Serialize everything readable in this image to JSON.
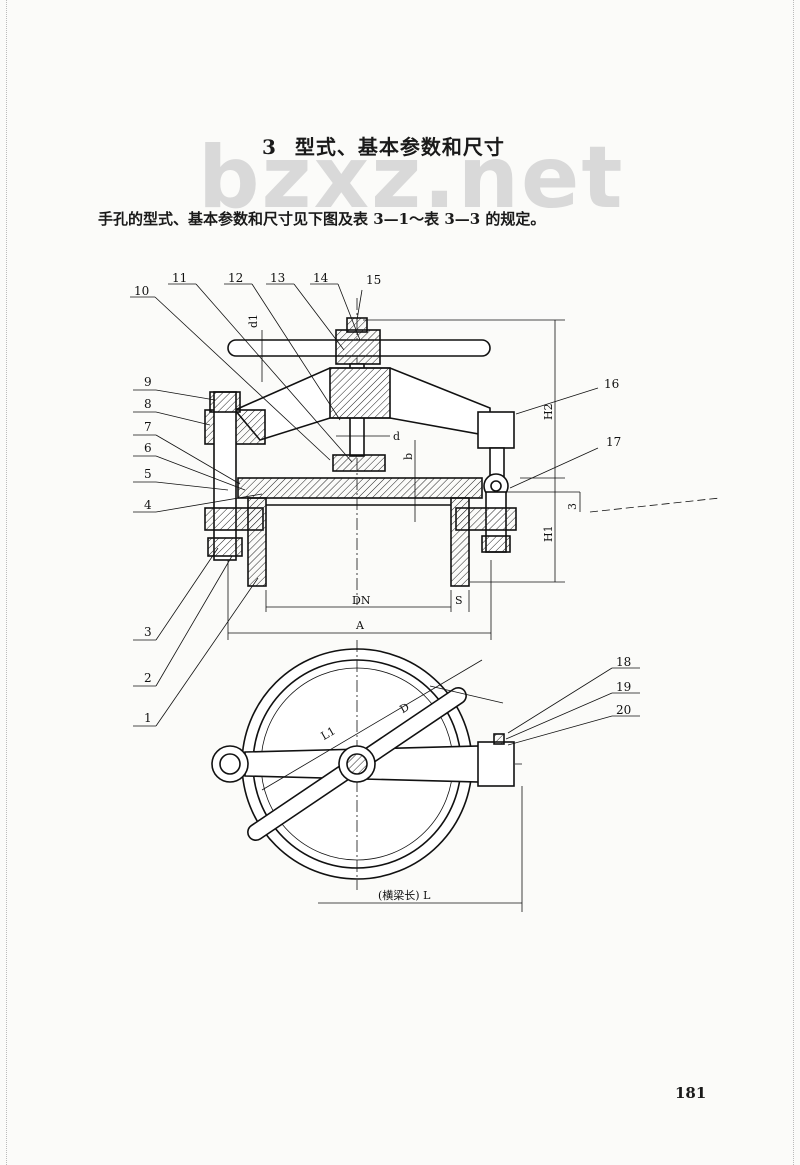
{
  "watermark": "bzxz.net",
  "section": {
    "number": "3",
    "title": "型式、基本参数和尺寸"
  },
  "intro_text": "手孔的型式、基本参数和尺寸见下图及表 3—1～表 3—3 的规定。",
  "callouts": [
    "1",
    "2",
    "3",
    "4",
    "5",
    "6",
    "7",
    "8",
    "9",
    "10",
    "11",
    "12",
    "13",
    "14",
    "15",
    "16",
    "17",
    "18",
    "19",
    "20"
  ],
  "dimensions": {
    "d1": "d1",
    "d": "d",
    "b": "b",
    "H2": "H2",
    "H1": "H1",
    "three": "3",
    "DN": "DN",
    "S": "S",
    "A": "A",
    "L1": "L1",
    "D": "D",
    "L": "(横梁长) L"
  },
  "page_number": "181"
}
